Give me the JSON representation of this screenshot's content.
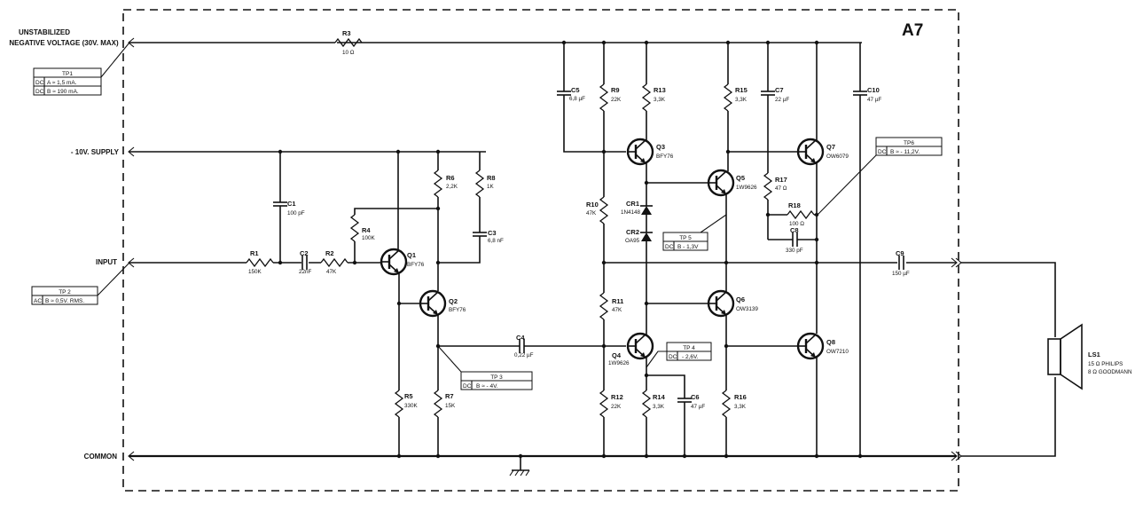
{
  "frame_label": "A7",
  "terminals": {
    "unstab_1": "UNSTABILIZED",
    "unstab_2": "NEGATIVE VOLTAGE (30V. MAX)",
    "supply": "- 10V. SUPPLY",
    "input": "INPUT",
    "common": "COMMON"
  },
  "testpoints": {
    "tp1": {
      "name": "TP1",
      "r1a": "DC",
      "r1b": "A ≈ 1,5 mA.",
      "r2a": "DC",
      "r2b": "B ≈ 190 mA."
    },
    "tp2": {
      "name": "TP 2",
      "r1a": "AC",
      "r1b": "B ≈ 0,5V. RMS."
    },
    "tp3": {
      "name": "TP 3",
      "r1a": "DC",
      "r1b": "B ≈ - 4V."
    },
    "tp4": {
      "name": "TP 4",
      "r1a": "DC",
      "r1b": "- 2,6V."
    },
    "tp5": {
      "name": "TP 5",
      "r1a": "DC",
      "r1b": "B - 1,3V"
    },
    "tp6": {
      "name": "TP6",
      "r1a": "DC",
      "r1b": "B ≈ - 11,2V."
    }
  },
  "resistors": {
    "R1": {
      "ref": "R1",
      "val": "150K"
    },
    "R2": {
      "ref": "R2",
      "val": "47K"
    },
    "R3": {
      "ref": "R3",
      "val": "10 Ω"
    },
    "R4": {
      "ref": "R4",
      "val": "100K"
    },
    "R5": {
      "ref": "R5",
      "val": "330K"
    },
    "R6": {
      "ref": "R6",
      "val": "2,2K"
    },
    "R7": {
      "ref": "R7",
      "val": "15K"
    },
    "R8": {
      "ref": "R8",
      "val": "1K"
    },
    "R9": {
      "ref": "R9",
      "val": "22K"
    },
    "R10": {
      "ref": "R10",
      "val": "47K"
    },
    "R11": {
      "ref": "R11",
      "val": "47K"
    },
    "R12": {
      "ref": "R12",
      "val": "22K"
    },
    "R13": {
      "ref": "R13",
      "val": "3,3K"
    },
    "R14": {
      "ref": "R14",
      "val": "3,3K"
    },
    "R15": {
      "ref": "R15",
      "val": "3,3K"
    },
    "R16": {
      "ref": "R16",
      "val": "3,3K"
    },
    "R17": {
      "ref": "R17",
      "val": "47 Ω"
    },
    "R18": {
      "ref": "R18",
      "val": "100 Ω"
    }
  },
  "capacitors": {
    "C1": {
      "ref": "C1",
      "val": "100 pF"
    },
    "C2": {
      "ref": "C2",
      "val": "22nF"
    },
    "C3": {
      "ref": "C3",
      "val": "6,8 nF"
    },
    "C4": {
      "ref": "C4",
      "val": "0,22 µF"
    },
    "C5": {
      "ref": "C5",
      "val": "6,8 µF"
    },
    "C6": {
      "ref": "C6",
      "val": "47 µF"
    },
    "C7": {
      "ref": "C7",
      "val": "22 µF"
    },
    "C8": {
      "ref": "C8",
      "val": "330 pF"
    },
    "C9": {
      "ref": "C9",
      "val": "150 µF"
    },
    "C10": {
      "ref": "C10",
      "val": "47 µF"
    }
  },
  "transistors": {
    "Q1": {
      "ref": "Q1",
      "val": "BFY76"
    },
    "Q2": {
      "ref": "Q2",
      "val": "BFY76"
    },
    "Q3": {
      "ref": "Q3",
      "val": "BFY76"
    },
    "Q4": {
      "ref": "Q4",
      "val": "1W9626"
    },
    "Q5": {
      "ref": "Q5",
      "val": "1W9626"
    },
    "Q6": {
      "ref": "Q6",
      "val": "OW3139"
    },
    "Q7": {
      "ref": "Q7",
      "val": "OW6079"
    },
    "Q8": {
      "ref": "Q8",
      "val": "OW7210"
    }
  },
  "diodes": {
    "CR1": {
      "ref": "CR1",
      "val": "1N4148"
    },
    "CR2": {
      "ref": "CR2",
      "val": "OA95"
    }
  },
  "speaker": {
    "ref": "LS1",
    "val1": "15 Ω  PHILIPS",
    "val2": "8 Ω  GOODMANN"
  }
}
